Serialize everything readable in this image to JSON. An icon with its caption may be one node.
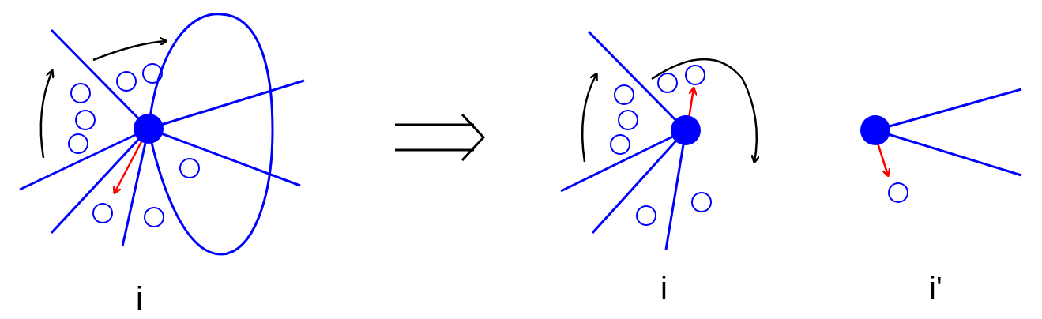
{
  "diagram": {
    "labels": [
      "i",
      "i",
      "i'"
    ]
  }
}
